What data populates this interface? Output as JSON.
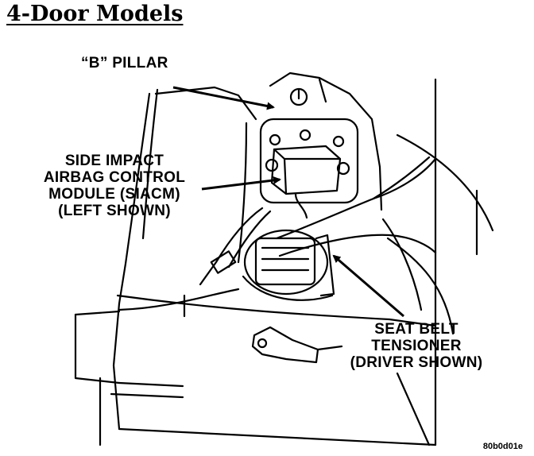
{
  "heading": "4-Door Models",
  "callouts": {
    "b_pillar": "“B” PILLAR",
    "siacm": [
      "SIDE IMPACT",
      "AIRBAG CONTROL",
      "MODULE (SIACM)",
      "(LEFT SHOWN)"
    ],
    "tensioner": [
      "SEAT BELT",
      "TENSIONER",
      "(DRIVER SHOWN)"
    ]
  },
  "figure_code": "80b0d01e"
}
